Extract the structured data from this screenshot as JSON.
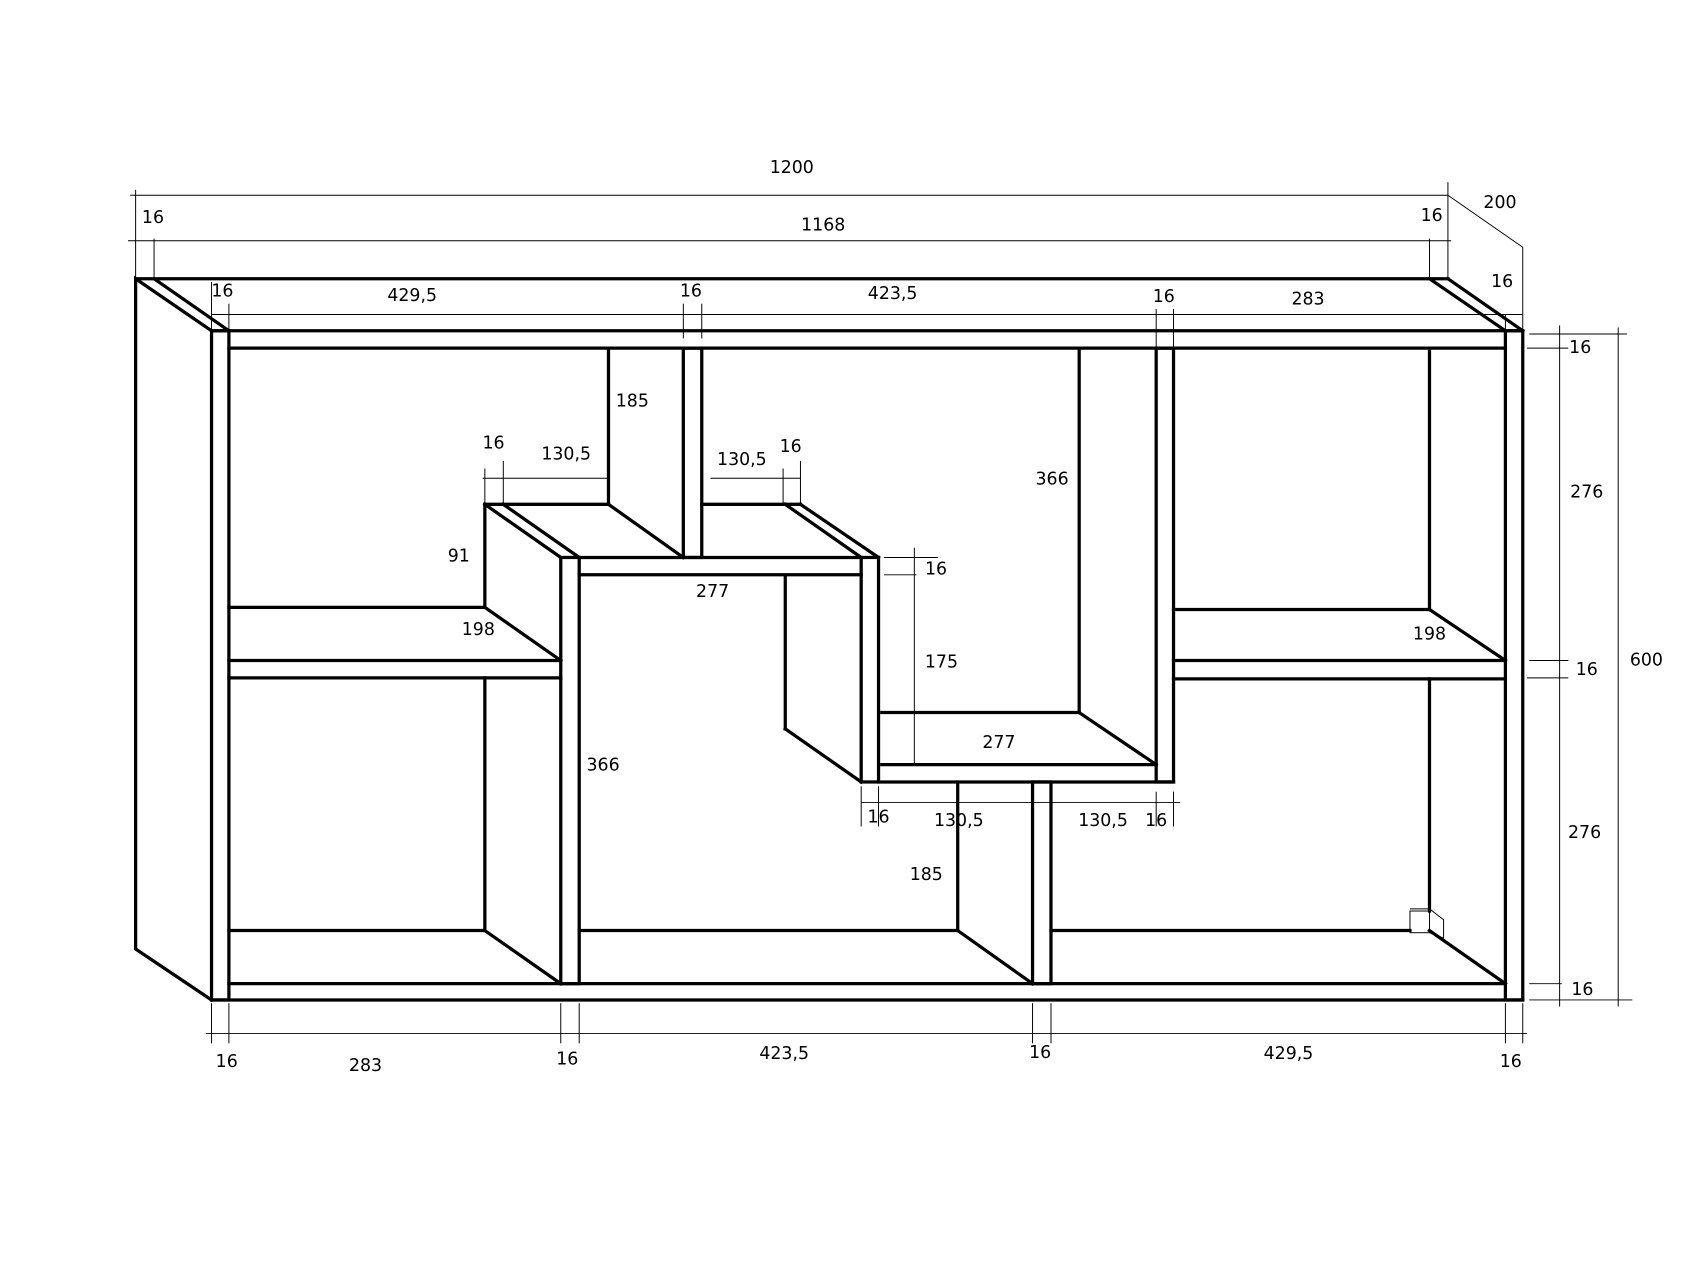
{
  "drawing": {
    "type": "shelf-unit-technical-drawing",
    "line_color": "#000000",
    "background": "#ffffff",
    "labels": [
      "1200",
      "200",
      "16",
      "1168",
      "16",
      "16",
      "429,5",
      "16",
      "423,5",
      "16",
      "283",
      "16",
      "16",
      "185",
      "16",
      "130,5",
      "130,5",
      "16",
      "366",
      "276",
      "91",
      "16",
      "277",
      "198",
      "198",
      "175",
      "16",
      "600",
      "277",
      "366",
      "16",
      "130,5",
      "130,5",
      "16",
      "276",
      "185",
      "16",
      "16",
      "283",
      "16",
      "423,5",
      "16",
      "429,5",
      "16"
    ]
  }
}
